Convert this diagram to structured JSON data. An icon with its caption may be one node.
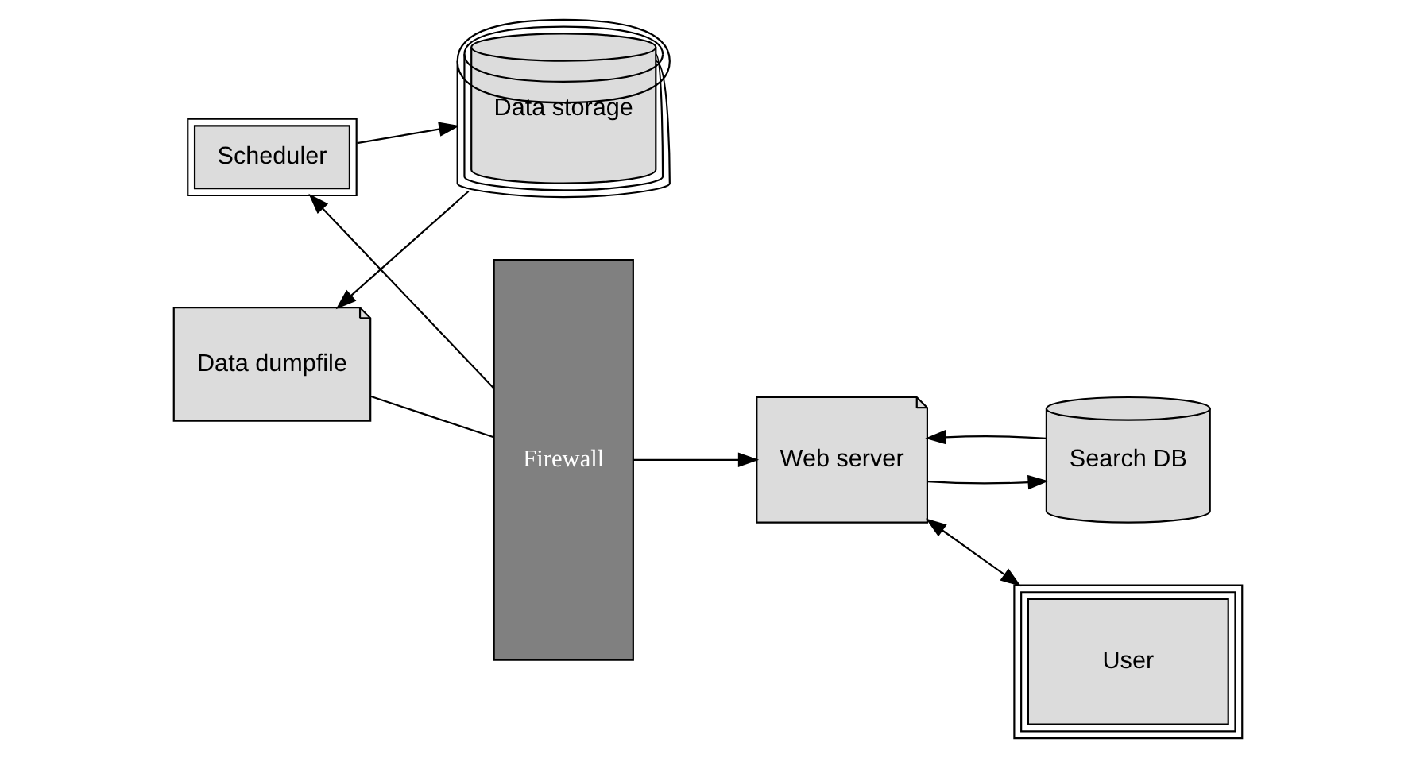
{
  "diagram": {
    "nodes": [
      {
        "text": [
          "Scheduler"
        ]
      },
      {
        "text": [
          "Search DB"
        ]
      },
      {
        "text": [
          "Web server"
        ]
      },
      {
        "text": [
          "Data storage"
        ]
      },
      {
        "text": [
          "Firewall"
        ]
      },
      {
        "text": [
          "Data dumpfile"
        ]
      },
      {
        "text": [
          "User"
        ]
      }
    ],
    "edges": [
      {
        "from": 0,
        "to": 3,
        "arrow": "to"
      },
      {
        "from": 3,
        "to": 5,
        "arrow": "to"
      },
      {
        "from": 5,
        "to": 4,
        "arrow": "none"
      },
      {
        "from": 4,
        "to": 0,
        "arrow": "to"
      },
      {
        "from": 4,
        "to": 2,
        "arrow": "to"
      },
      {
        "from": 1,
        "to": 2,
        "arrow": "to"
      },
      {
        "from": 2,
        "to": 1,
        "arrow": "to"
      },
      {
        "from": 6,
        "to": 2,
        "arrow": "both"
      }
    ]
  }
}
